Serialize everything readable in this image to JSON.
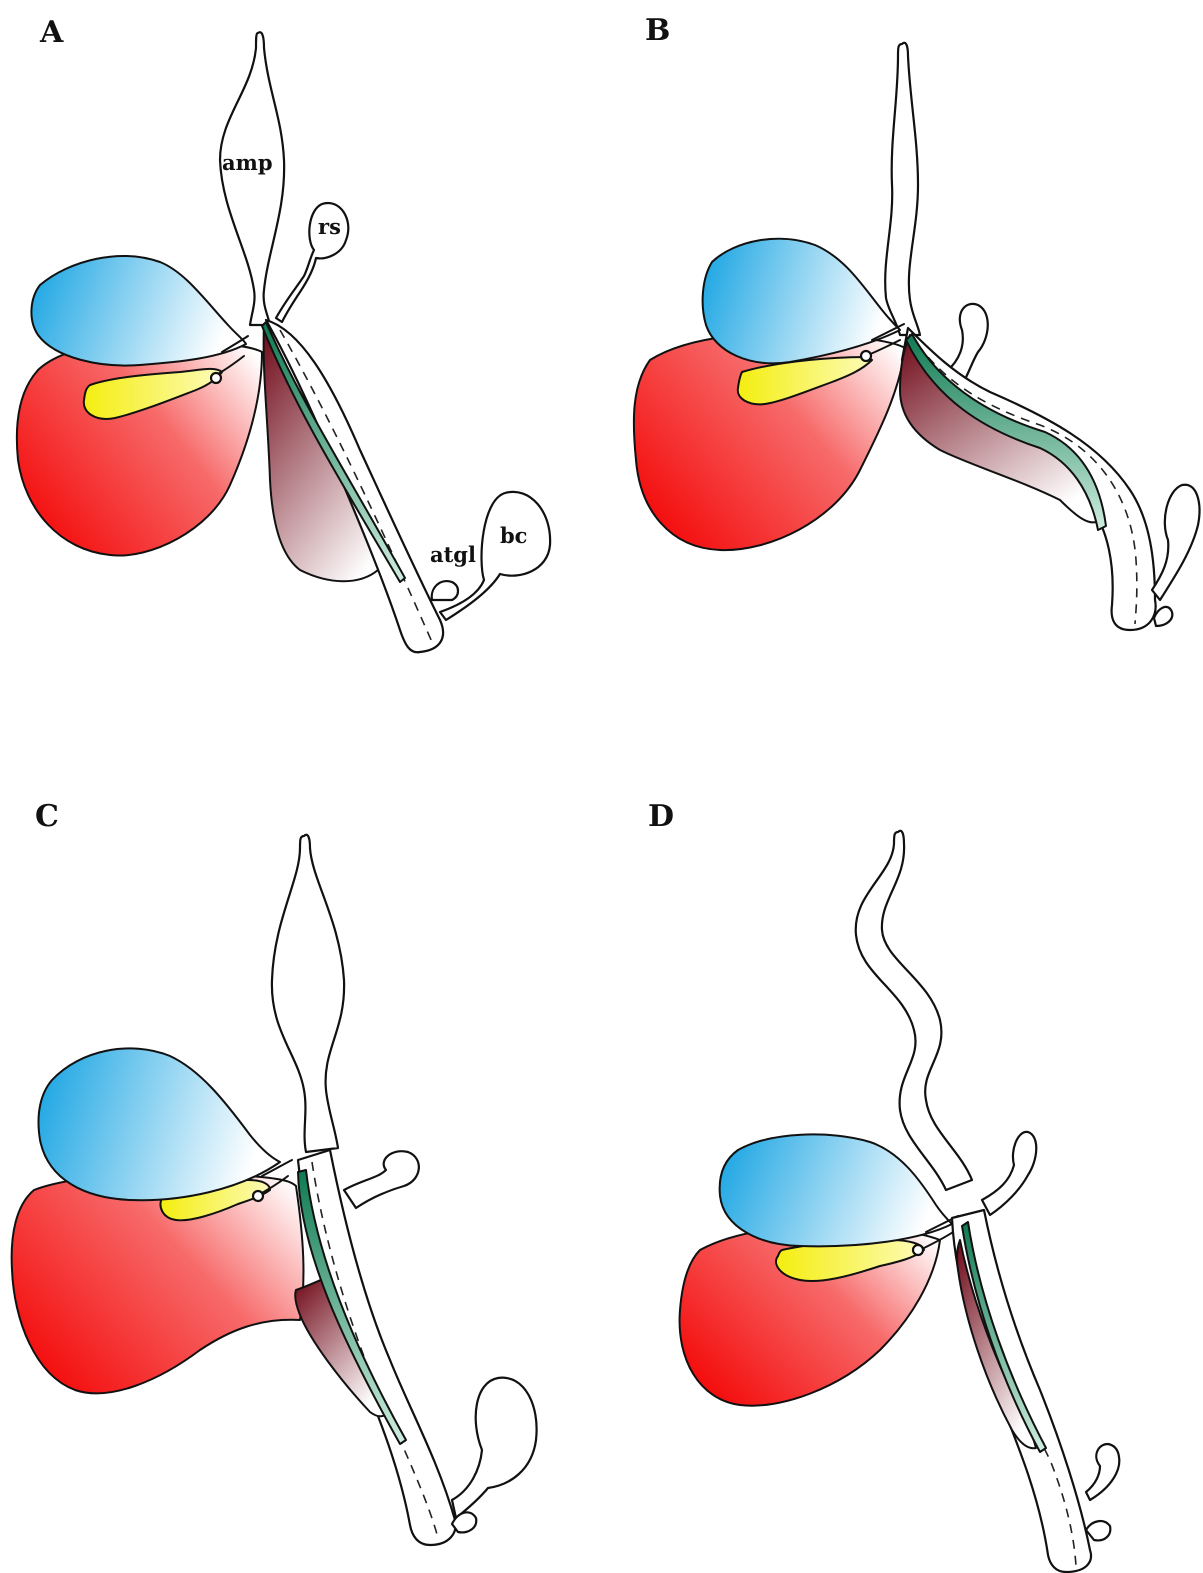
{
  "panels": [
    {
      "letter": "A",
      "labels": {
        "amp": "amp",
        "rs": "rs",
        "atgl": "atgl",
        "bc": "bc"
      }
    },
    {
      "letter": "B"
    },
    {
      "letter": "C"
    },
    {
      "letter": "D"
    }
  ],
  "colors": {
    "blue_organ": "#1ea7e3",
    "red_organ": "#f41414",
    "yellow_organ": "#f6f21a",
    "maroon_organ": "#7a0e1c",
    "green_strip": "#1f8a63",
    "outline": "#111111"
  }
}
